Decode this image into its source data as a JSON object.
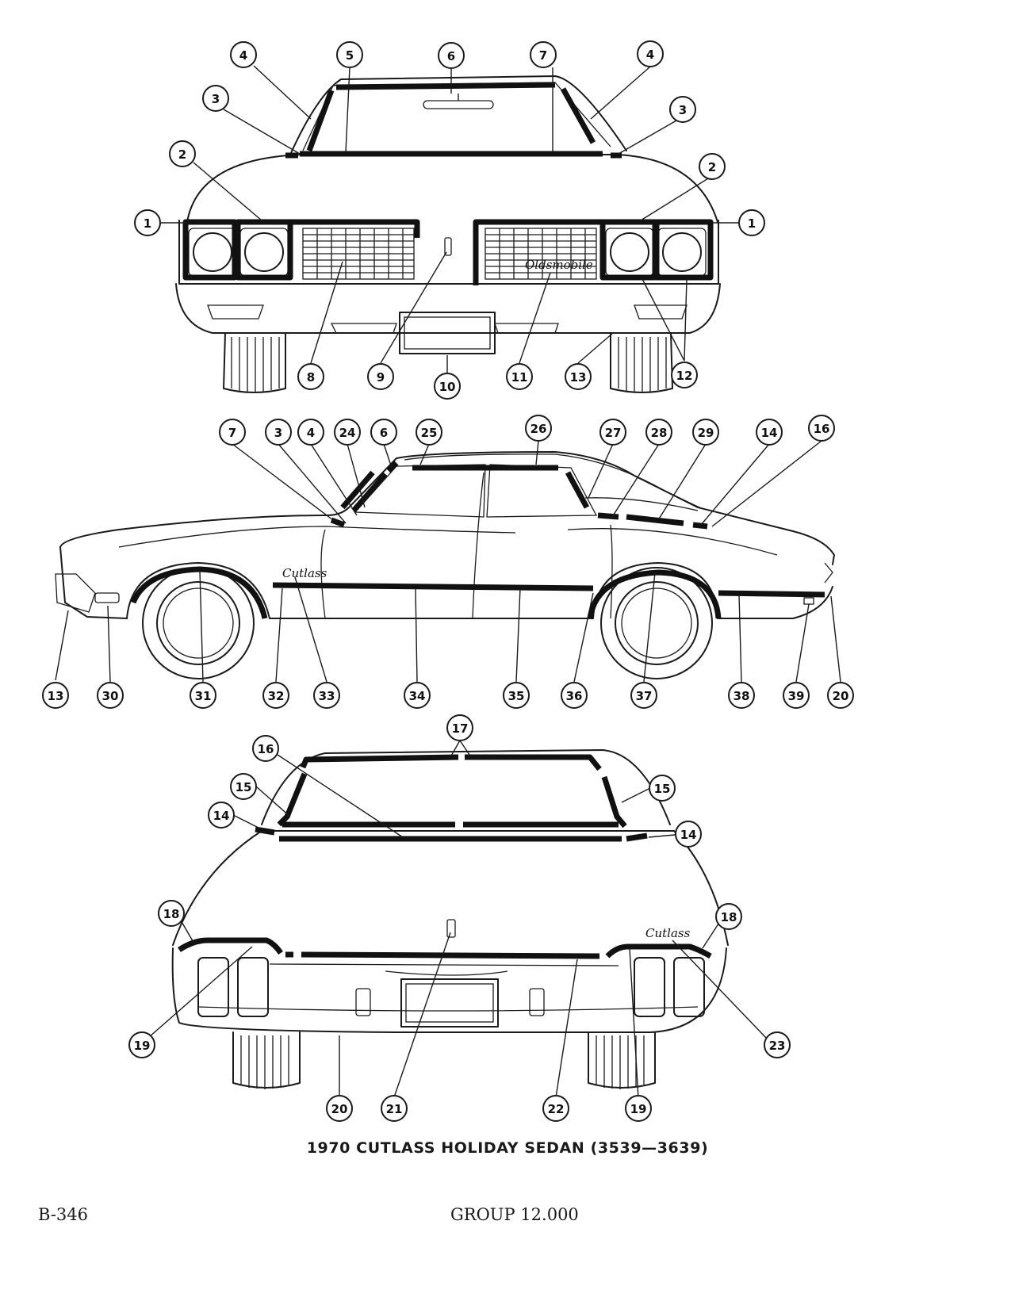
{
  "caption": "1970 CUTLASS HOLIDAY SEDAN (3539—3639)",
  "page_number": "B-346",
  "group": "GROUP 12.000",
  "emblem_text_front": "Oldsmobile",
  "emblem_text_side": "Cutlass",
  "emblem_text_rear": "Cutlass",
  "front_view": {
    "callouts": [
      "4",
      "5",
      "6",
      "7",
      "4",
      "3",
      "3",
      "2",
      "2",
      "1",
      "1",
      "8",
      "9",
      "10",
      "11",
      "13",
      "12"
    ]
  },
  "side_view": {
    "callouts": [
      "7",
      "3",
      "4",
      "24",
      "6",
      "25",
      "26",
      "27",
      "28",
      "29",
      "14",
      "16",
      "13",
      "30",
      "31",
      "32",
      "33",
      "34",
      "35",
      "36",
      "37",
      "38",
      "39",
      "20"
    ]
  },
  "rear_view": {
    "callouts": [
      "17",
      "16",
      "15",
      "15",
      "14",
      "14",
      "18",
      "18",
      "19",
      "23",
      "20",
      "21",
      "22",
      "19"
    ]
  }
}
